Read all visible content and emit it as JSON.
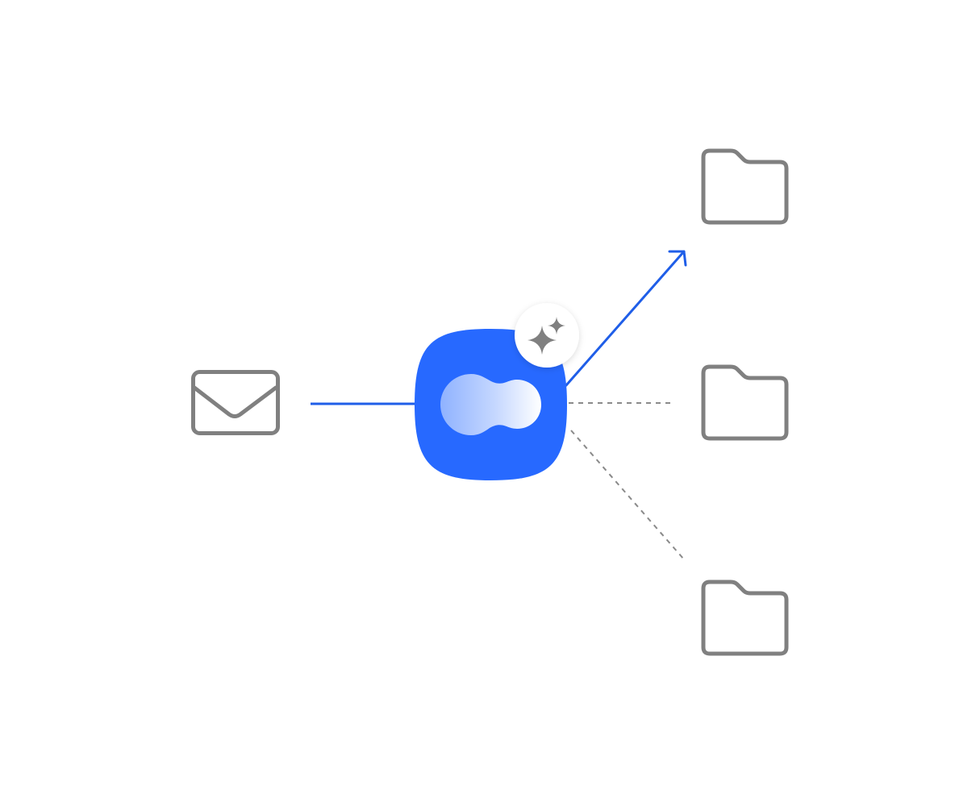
{
  "diagram": {
    "source": {
      "icon": "mail-envelope-icon"
    },
    "hub": {
      "icon": "app-logo-icon",
      "badge_icon": "ai-sparkle-icon"
    },
    "targets": [
      {
        "icon": "folder-icon",
        "status": "selected"
      },
      {
        "icon": "folder-icon",
        "status": "candidate"
      },
      {
        "icon": "folder-icon",
        "status": "candidate"
      }
    ],
    "colors": {
      "accent": "#2769ff",
      "connector_active": "#1f5ee8",
      "icon_stroke": "#808080",
      "connector_inactive": "#8a8a8a",
      "background": "#ffffff"
    }
  }
}
